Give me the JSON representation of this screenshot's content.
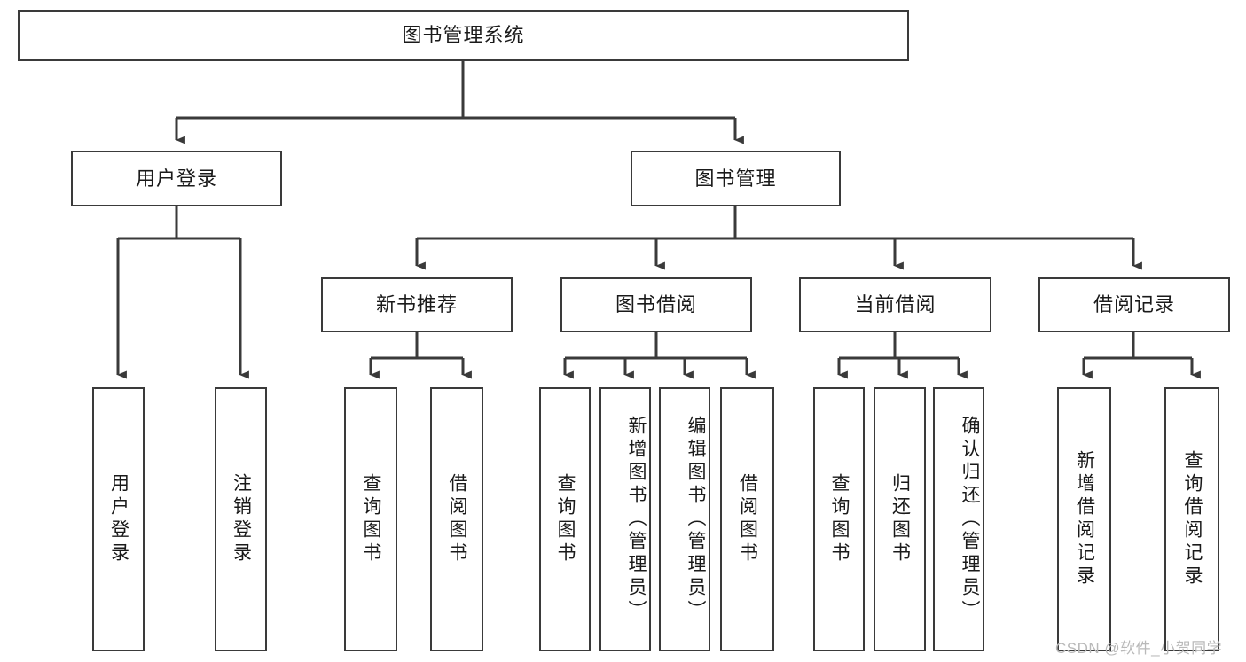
{
  "diagram": {
    "title": "图书管理系统",
    "root": {
      "id": "root",
      "label": "图书管理系统"
    },
    "level2": [
      {
        "id": "user-login",
        "label": "用户登录"
      },
      {
        "id": "book-manage",
        "label": "图书管理"
      }
    ],
    "level3": [
      {
        "id": "new-book-recommend",
        "label": "新书推荐"
      },
      {
        "id": "book-borrow",
        "label": "图书借阅"
      },
      {
        "id": "current-borrow",
        "label": "当前借阅"
      },
      {
        "id": "borrow-record",
        "label": "借阅记录"
      }
    ],
    "leaves": {
      "user_login": [
        {
          "id": "leaf-user-login",
          "label": "用户登录"
        },
        {
          "id": "leaf-logout",
          "label": "注销登录"
        }
      ],
      "new_book_recommend": [
        {
          "id": "leaf-query-book-1",
          "label": "查询图书"
        },
        {
          "id": "leaf-borrow-book-1",
          "label": "借阅图书"
        }
      ],
      "book_borrow": [
        {
          "id": "leaf-query-book-2",
          "label": "查询图书"
        },
        {
          "id": "leaf-add-book",
          "label": "新增图书（管理员）"
        },
        {
          "id": "leaf-edit-book",
          "label": "编辑图书（管理员）"
        },
        {
          "id": "leaf-borrow-book-2",
          "label": "借阅图书"
        }
      ],
      "current_borrow": [
        {
          "id": "leaf-query-book-3",
          "label": "查询图书"
        },
        {
          "id": "leaf-return-book",
          "label": "归还图书"
        },
        {
          "id": "leaf-confirm-return",
          "label": "确认归还（管理员）"
        }
      ],
      "borrow_record": [
        {
          "id": "leaf-add-record",
          "label": "新增借阅记录"
        },
        {
          "id": "leaf-query-record",
          "label": "查询借阅记录"
        }
      ]
    }
  },
  "watermark": {
    "text": "CSDN @软件_小贺同学"
  },
  "colors": {
    "stroke": "#3a3a3a",
    "background": "#ffffff",
    "text": "#1a1a1a",
    "watermark": "#b9b9b9"
  }
}
